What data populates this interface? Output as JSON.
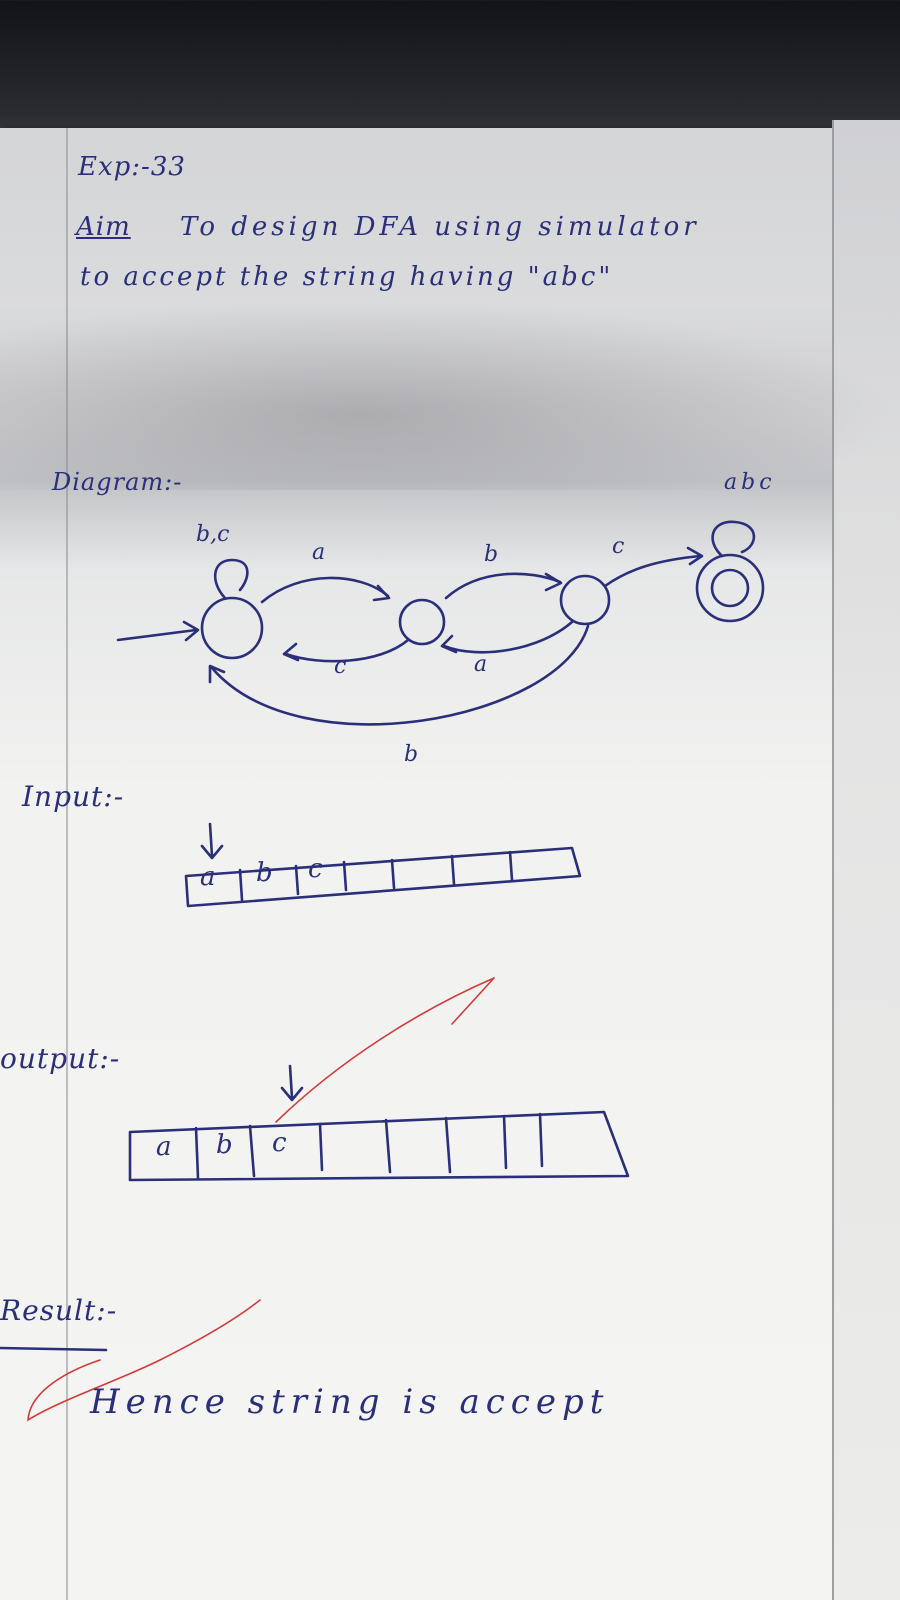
{
  "header": {
    "experiment": "Exp:-33"
  },
  "aim": {
    "label": "Aim",
    "line1": "To design DFA using simulator",
    "line2": "to accept the string having \"abc\""
  },
  "diagram": {
    "heading": "Diagram:-",
    "labels": {
      "self_loop_q0": "b,c",
      "q0_to_q1": "a",
      "q1_to_q2": "b",
      "q2_to_q3": "c",
      "self_loop_q3": "abc",
      "q1_to_q0": "c",
      "q2_to_q1": "a",
      "q2_to_q0": "b"
    }
  },
  "input": {
    "heading": "Input:-",
    "cells": [
      "a",
      "b",
      "c",
      "",
      "",
      ""
    ]
  },
  "output": {
    "heading": "output:-",
    "cells": [
      "a",
      "b",
      "c",
      "",
      "",
      "",
      ""
    ]
  },
  "result": {
    "heading": "Result:-",
    "text": "Hence string is accept"
  },
  "colors": {
    "ink": "#2b2f7a",
    "red_pen": "#d43a3a"
  }
}
